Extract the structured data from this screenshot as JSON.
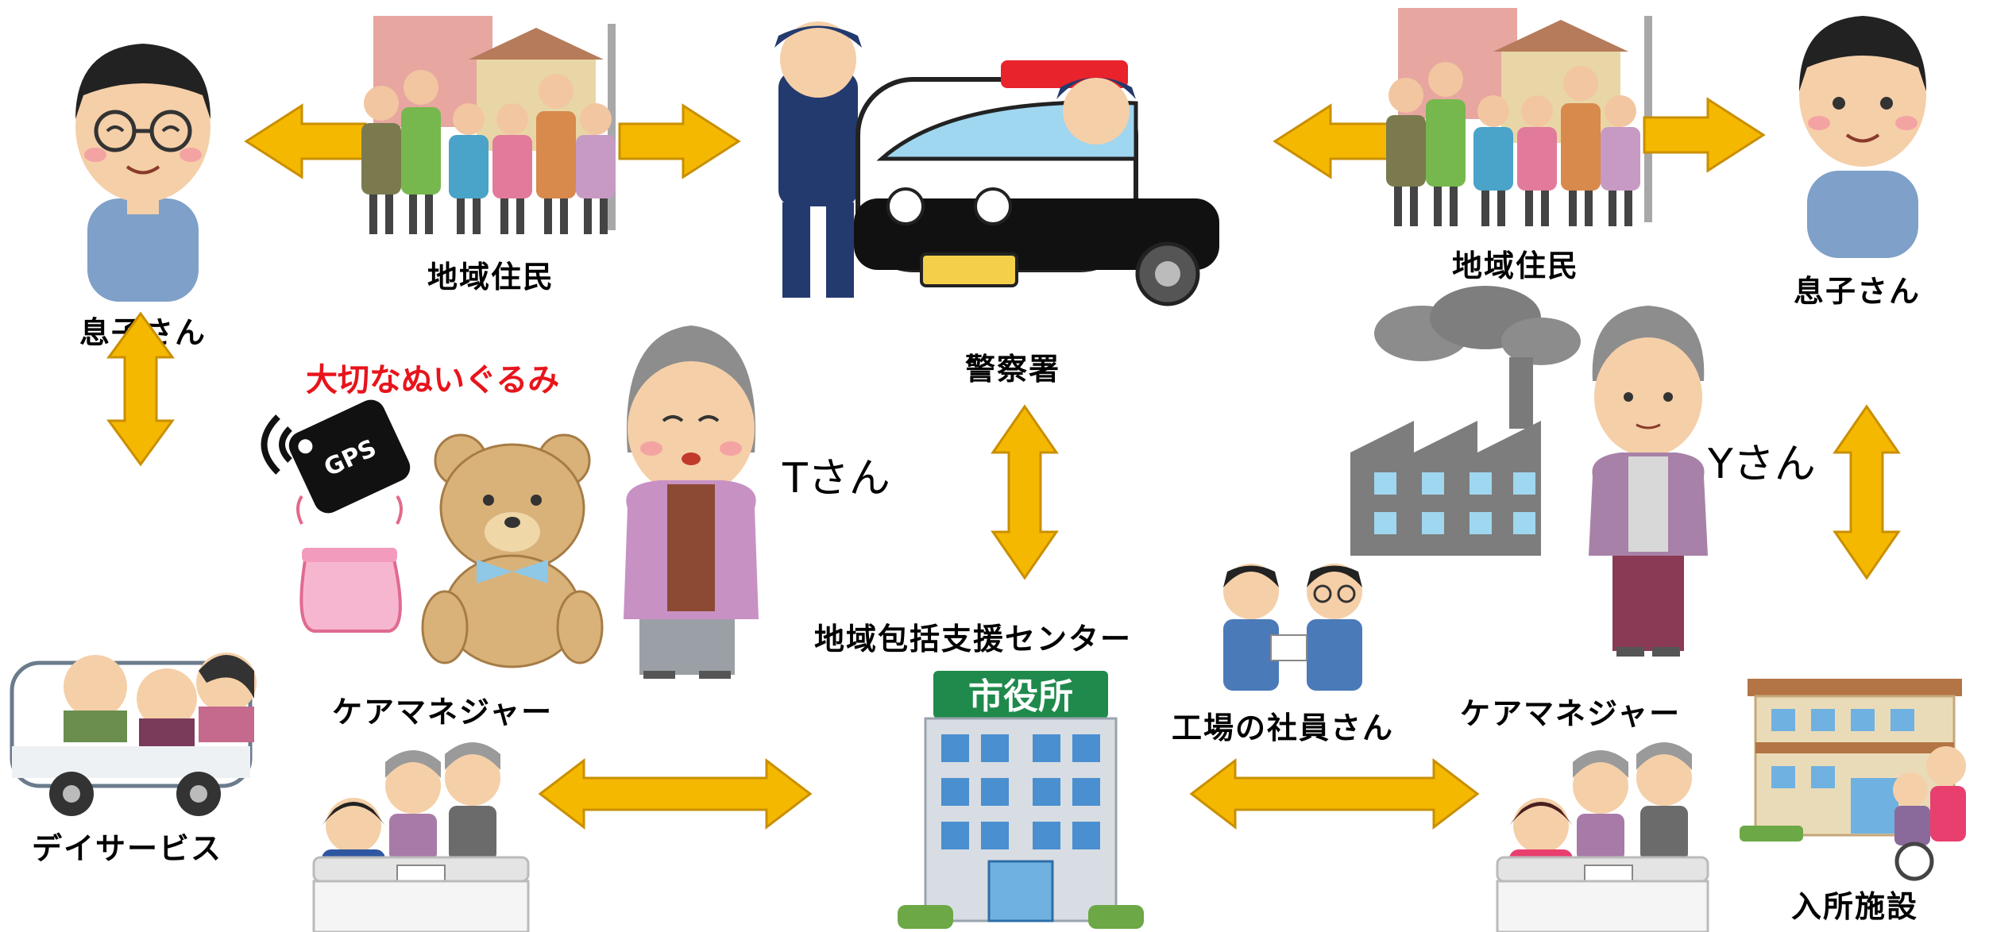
{
  "labels": {
    "son_left": "息子さん",
    "residents_left": "地域住民",
    "police": "警察署",
    "residents_right": "地域住民",
    "son_right": "息子さん",
    "precious_toy": "大切なぬいぐるみ",
    "gps": "GPS",
    "t_san": "Tさん",
    "y_san": "Yさん",
    "daycare": "デイサービス",
    "care_manager_left": "ケアマネジャー",
    "center": "地域包括支援センター",
    "city_hall": "市役所",
    "factory_staff": "工場の社員さん",
    "care_manager_right": "ケアマネジャー",
    "facility": "入所施設"
  },
  "colors": {
    "arrow": "#f5b800",
    "arrow_outline": "#c98f00",
    "red_text": "#e8141b",
    "city_hall_sign": "#1f8a4c"
  }
}
